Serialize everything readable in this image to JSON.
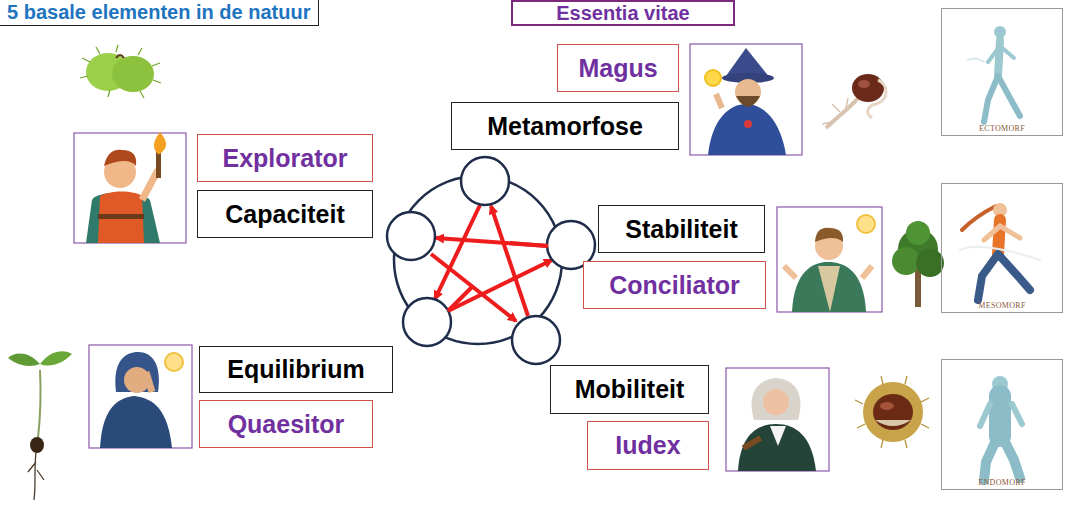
{
  "diagram": {
    "title": "5 basale elementen in de natuur",
    "nodes": [
      {
        "text": [
          "Essentia vitae"
        ]
      },
      {
        "text": [
          "Magus"
        ]
      },
      {
        "text": [
          "Metamorfose"
        ]
      },
      {
        "text": [
          "ECTOMORF"
        ]
      },
      {
        "text": [
          "Explorator"
        ]
      },
      {
        "text": [
          "Capaciteit"
        ]
      },
      {
        "text": [
          "Stabiliteit"
        ]
      },
      {
        "text": [
          "Conciliator"
        ]
      },
      {
        "text": [
          "MESOMORF"
        ]
      },
      {
        "text": [
          "Equilibrium"
        ]
      },
      {
        "text": [
          "Quaesitor"
        ]
      },
      {
        "text": [
          "Mobiliteit"
        ]
      },
      {
        "text": [
          "Iudex"
        ]
      },
      {
        "text": [
          "ENDOMORF"
        ]
      }
    ]
  }
}
